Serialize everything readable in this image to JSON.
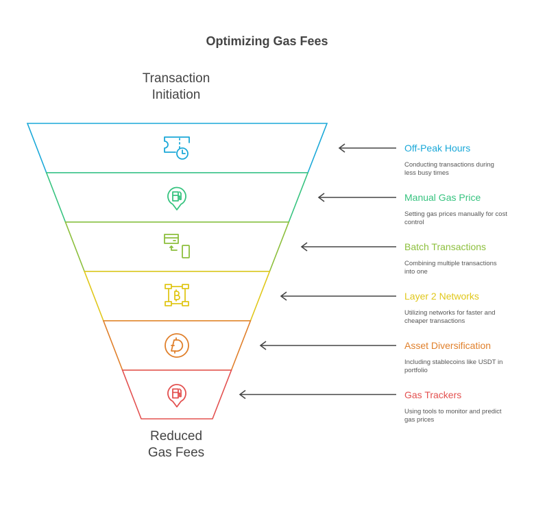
{
  "title": "Optimizing Gas Fees",
  "top_label": [
    "Transaction",
    "Initiation"
  ],
  "bottom_label": [
    "Reduced",
    "Gas Fees"
  ],
  "stages": [
    {
      "label": "Off-Peak Hours",
      "desc": "Conducting transactions during less busy times",
      "color": "#1aa8d8",
      "icon": "ticket-clock-icon"
    },
    {
      "label": "Manual Gas Price",
      "desc": "Setting gas prices manually for cost control",
      "color": "#36c37f",
      "icon": "gas-pin-icon"
    },
    {
      "label": "Batch Transactions",
      "desc": "Combining multiple transactions into one",
      "color": "#8cbf3c",
      "icon": "card-phone-icon"
    },
    {
      "label": "Layer 2 Networks",
      "desc": "Utilizing networks for faster and cheaper transactions",
      "color": "#e0c71a",
      "icon": "bitcoin-network-icon"
    },
    {
      "label": "Asset Diversification",
      "desc": "Including stablecoins like USDT in portfolio",
      "color": "#e07f2a",
      "icon": "coin-icon"
    },
    {
      "label": "Gas Trackers",
      "desc": "Using tools to monitor and predict gas prices",
      "color": "#e3504f",
      "icon": "gas-pin-icon"
    }
  ]
}
